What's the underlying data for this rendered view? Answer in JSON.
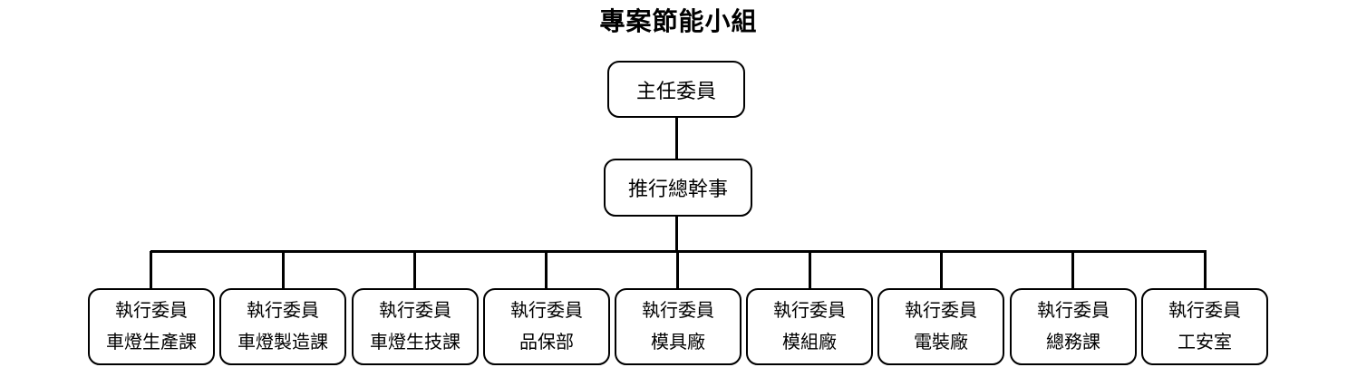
{
  "title": "專案節能小組",
  "org": {
    "chairman": {
      "label": "主任委員"
    },
    "director": {
      "label": "推行總幹事"
    },
    "members": [
      {
        "role": "執行委員",
        "dept": "車燈生產課"
      },
      {
        "role": "執行委員",
        "dept": "車燈製造課"
      },
      {
        "role": "執行委員",
        "dept": "車燈生技課"
      },
      {
        "role": "執行委員",
        "dept": "品保部"
      },
      {
        "role": "執行委員",
        "dept": "模具廠"
      },
      {
        "role": "執行委員",
        "dept": "模組廠"
      },
      {
        "role": "執行委員",
        "dept": "電裝廠"
      },
      {
        "role": "執行委員",
        "dept": "總務課"
      },
      {
        "role": "執行委員",
        "dept": "工安室"
      }
    ]
  },
  "colors": {
    "line": "#000000",
    "text": "#000000",
    "background": "#ffffff"
  }
}
